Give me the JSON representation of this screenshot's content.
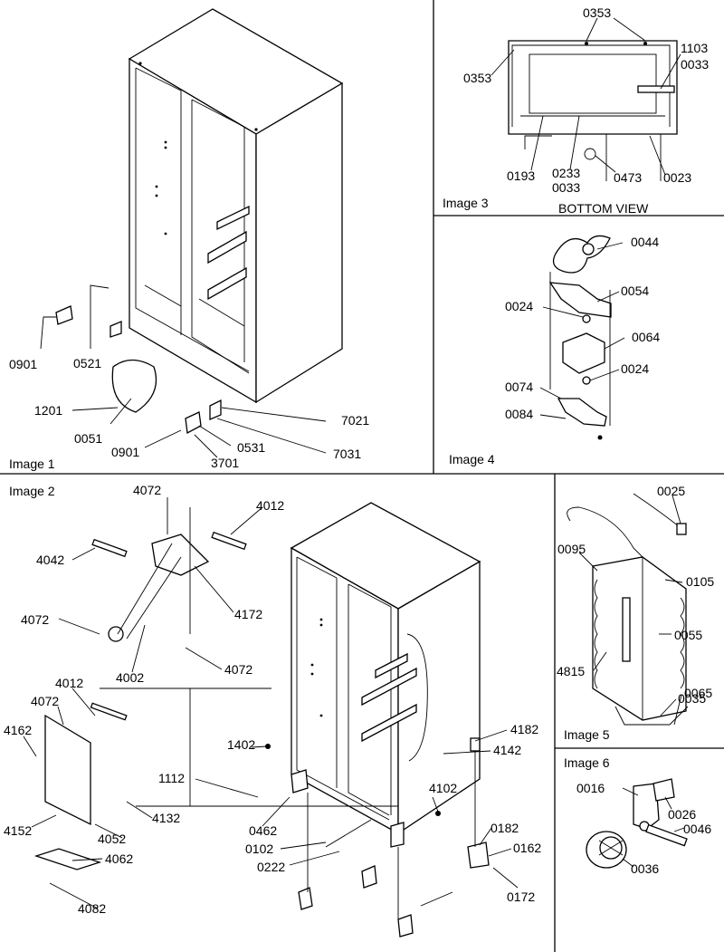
{
  "panels": {
    "image1": "Image 1",
    "image2": "Image 2",
    "image3": "Image 3",
    "image3_caption": "BOTTOM VIEW",
    "image4": "Image 4",
    "image5": "Image 5",
    "image6": "Image 6"
  },
  "callouts": {
    "image1": [
      "0901",
      "0521",
      "1201",
      "0051",
      "0901",
      "0531",
      "3701",
      "7021",
      "7031"
    ],
    "image3": [
      "0353",
      "1103",
      "0033",
      "0353",
      "0193",
      "0233",
      "0033",
      "0473",
      "0023"
    ],
    "image4": [
      "0044",
      "0054",
      "0024",
      "0064",
      "0024",
      "0074",
      "0084"
    ],
    "image2": [
      "4072",
      "4012",
      "4042",
      "4072",
      "4172",
      "4002",
      "4072",
      "4012",
      "4072",
      "4162",
      "4152",
      "4052",
      "4132",
      "4062",
      "4082",
      "1402",
      "1112",
      "0462",
      "0102",
      "0222",
      "4102",
      "4182",
      "4142",
      "0182",
      "0162",
      "0172"
    ],
    "image5": [
      "0025",
      "0095",
      "0105",
      "0055",
      "4815",
      "0035",
      "0065"
    ],
    "image6": [
      "0016",
      "0026",
      "0046",
      "0036"
    ]
  }
}
